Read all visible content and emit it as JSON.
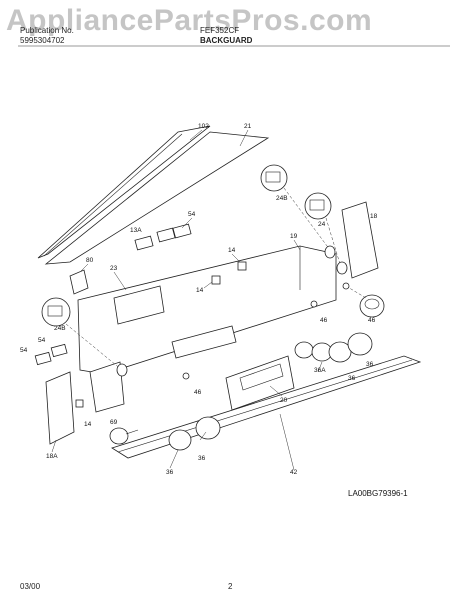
{
  "header": {
    "publication_label": "Publication No.",
    "publication_number": "5995304702",
    "model_label": "FEF352CF",
    "section_title": "BACKGUARD"
  },
  "watermark": "AppliancePartsPros.com",
  "diagram_code": "LA00BG79396-1",
  "footer": {
    "date": "03/00",
    "page": "2"
  },
  "callouts": {
    "c102": "102",
    "c21": "21",
    "c54a": "54",
    "c13a": "13A",
    "c80": "80",
    "c23": "23",
    "c14a": "14",
    "c14b": "14",
    "c19": "19",
    "c24b_top": "24B",
    "c24": "24",
    "c18": "18",
    "c46a": "46",
    "c46b": "46",
    "c24b_left": "24B",
    "c54b": "54",
    "c54c": "54",
    "c36a": "36",
    "c36b": "36A",
    "c36c": "36",
    "c20": "20",
    "c46c": "46",
    "c14c": "14",
    "c69": "69",
    "c18a": "18A",
    "c36d": "36",
    "c36e": "36",
    "c42": "42"
  }
}
